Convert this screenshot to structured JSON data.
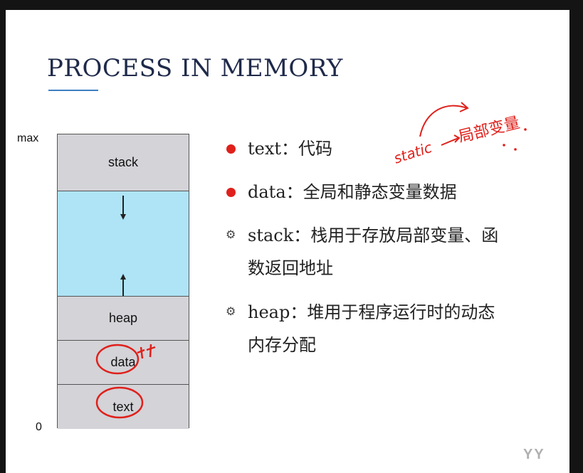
{
  "slide": {
    "title": "PROCESS IN MEMORY",
    "axis": {
      "max_label": "max",
      "min_label": "0"
    },
    "segments": {
      "stack": "stack",
      "heap": "heap",
      "data": "data",
      "text": "text"
    },
    "bullets": [
      {
        "icon": "red-dot",
        "line1": "text：代码",
        "line2": ""
      },
      {
        "icon": "red-dot",
        "line1": "data：全局和静态变量数据",
        "line2": ""
      },
      {
        "icon": "gear-icon",
        "line1": "stack：栈用于存放局部变量、函",
        "line2": "数返回地址"
      },
      {
        "icon": "gear-icon",
        "line1": "heap：堆用于程序运行时的动态",
        "line2": "内存分配"
      }
    ],
    "handwriting": {
      "static_note": "static",
      "local_var_note": "局部变量"
    },
    "colors": {
      "title": "#1f2a4a",
      "accent_line": "#3d7fc2",
      "segment_gray": "#d3d3d8",
      "free_space_blue": "#aee4f6",
      "annotation_red": "#e0201b"
    }
  },
  "watermark": "YY"
}
